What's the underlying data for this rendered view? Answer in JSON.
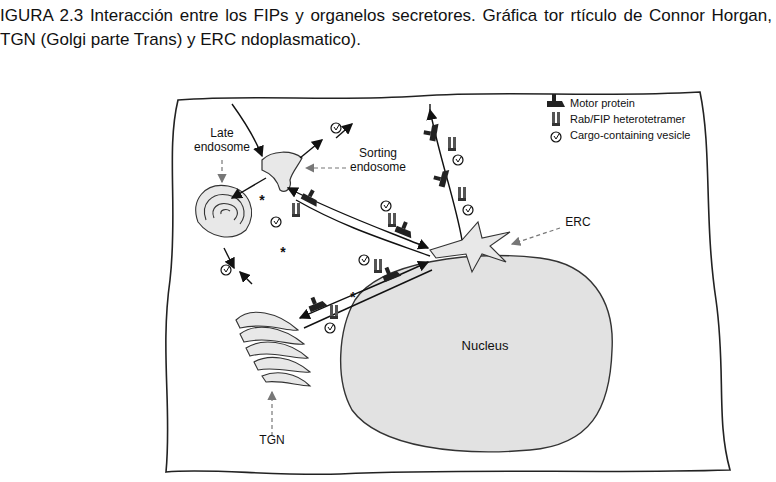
{
  "diagram": {
    "caption": "IGURA 2.3 Interacción entre los FIPs y organelos secretores. Gráfica tor rtículo de Connor Horgan, TGN (Golgi parte Trans) y ERC ndoplasmatico).",
    "nodes": [
      {
        "text": [
          "Nucleus"
        ]
      }
    ],
    "labels": [
      "Late endosome",
      "Sorting endosome",
      "ERC",
      "TGN",
      "*",
      "*",
      "*"
    ],
    "legend": [
      {
        "text": "Motor protein"
      },
      {
        "text": "Rab/FIP heterotetramer"
      },
      {
        "text": "Cargo-containing vesicle"
      }
    ]
  }
}
